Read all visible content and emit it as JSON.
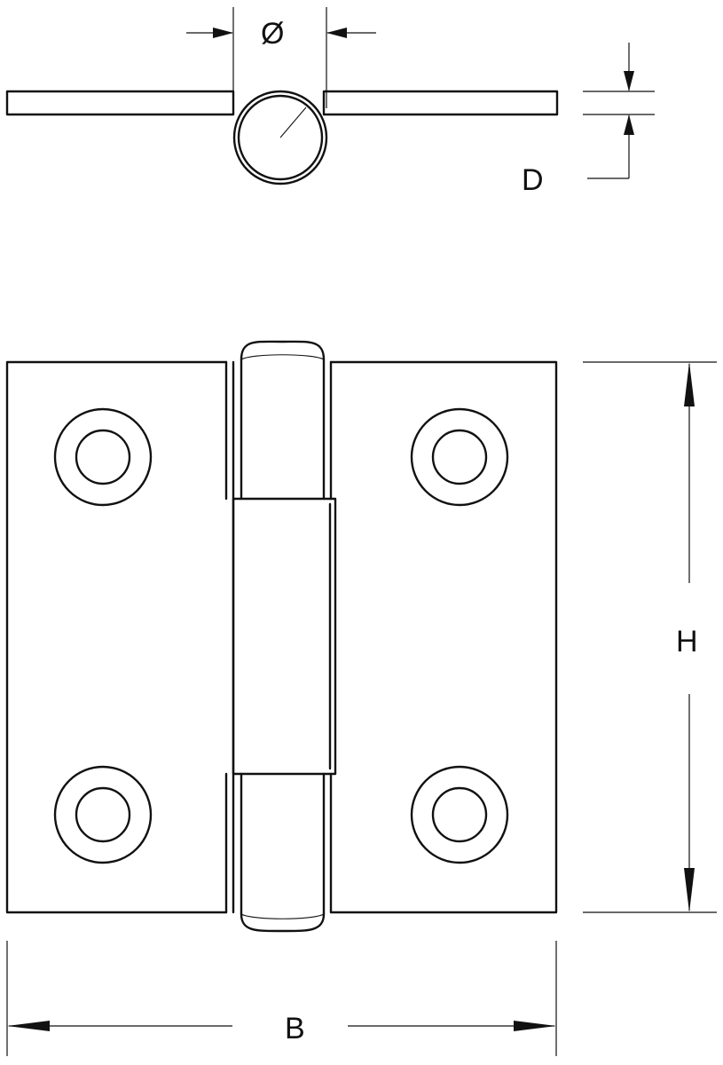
{
  "labels": {
    "diameter": "Ø",
    "thickness": "D",
    "height": "H",
    "width": "B"
  }
}
